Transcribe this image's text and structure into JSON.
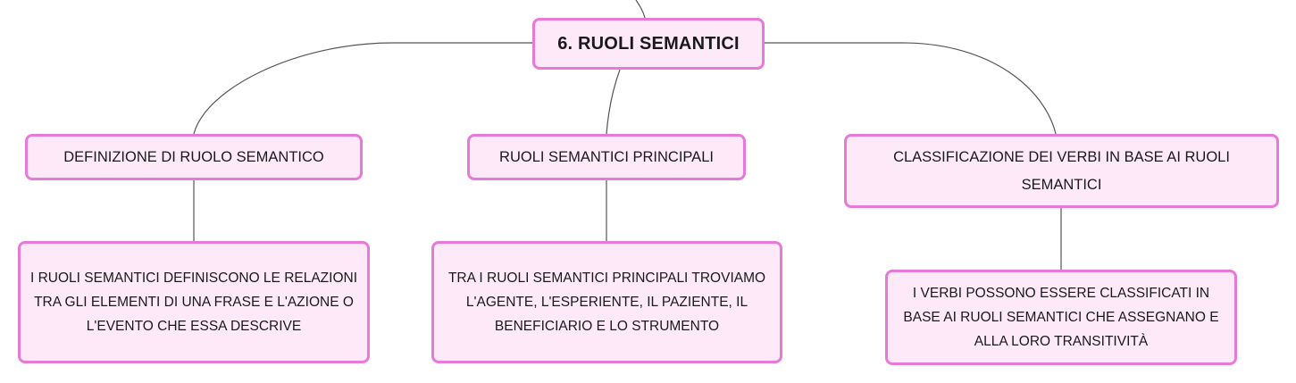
{
  "root": {
    "label": "6. RUOLI SEMANTICI"
  },
  "branches": [
    {
      "topic": "DEFINIZIONE DI RUOLO SEMANTICO",
      "detail": "I RUOLI SEMANTICI DEFINISCONO LE RELAZIONI TRA GLI ELEMENTI DI UNA FRASE E L'AZIONE O L'EVENTO CHE ESSA DESCRIVE"
    },
    {
      "topic": "RUOLI SEMANTICI PRINCIPALI",
      "detail": "TRA I RUOLI SEMANTICI PRINCIPALI TROVIAMO L'AGENTE, L'ESPERIENTE, IL PAZIENTE, IL BENEFICIARIO E LO STRUMENTO"
    },
    {
      "topic": "CLASSIFICAZIONE DEI VERBI IN BASE AI RUOLI SEMANTICI",
      "detail": "I VERBI POSSONO ESSERE CLASSIFICATI IN BASE AI RUOLI SEMANTICI CHE ASSEGNANO E ALLA LORO TRANSITIVITÀ"
    }
  ],
  "colors": {
    "node_fill": "#fde9f7",
    "node_border": "#e77ad8",
    "connector": "#555555"
  }
}
